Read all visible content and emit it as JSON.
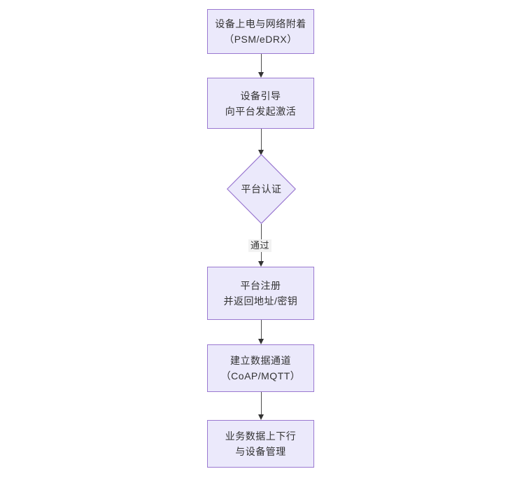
{
  "diagram": {
    "type": "flowchart",
    "orientation": "top-to-bottom",
    "title": "",
    "colors": {
      "node_fill": "#ebe9fb",
      "node_border": "#9a78d1",
      "connector": "#333333",
      "text": "#333333",
      "edge_label_bg": "#f2f2f2",
      "canvas": "#ffffff"
    },
    "nodes": [
      {
        "id": "n1",
        "shape": "rectangle",
        "lines": [
          "设备上电与网络附着",
          "（PSM/eDRX）"
        ]
      },
      {
        "id": "n2",
        "shape": "rectangle",
        "lines": [
          "设备引导",
          "向平台发起激活"
        ]
      },
      {
        "id": "n3",
        "shape": "diamond",
        "lines": [
          "平台认证"
        ]
      },
      {
        "id": "n4",
        "shape": "rectangle",
        "lines": [
          "平台注册",
          "并返回地址/密钥"
        ]
      },
      {
        "id": "n5",
        "shape": "rectangle",
        "lines": [
          "建立数据通道",
          "（CoAP/MQTT）"
        ]
      },
      {
        "id": "n6",
        "shape": "rectangle",
        "lines": [
          "业务数据上下行",
          "与设备管理"
        ]
      }
    ],
    "edges": [
      {
        "id": "e1",
        "from": "n1",
        "to": "n2",
        "label": ""
      },
      {
        "id": "e2",
        "from": "n2",
        "to": "n3",
        "label": ""
      },
      {
        "id": "e3",
        "from": "n3",
        "to": "n4",
        "label": "通过"
      },
      {
        "id": "e4",
        "from": "n4",
        "to": "n5",
        "label": ""
      },
      {
        "id": "e5",
        "from": "n5",
        "to": "n6",
        "label": ""
      }
    ]
  }
}
